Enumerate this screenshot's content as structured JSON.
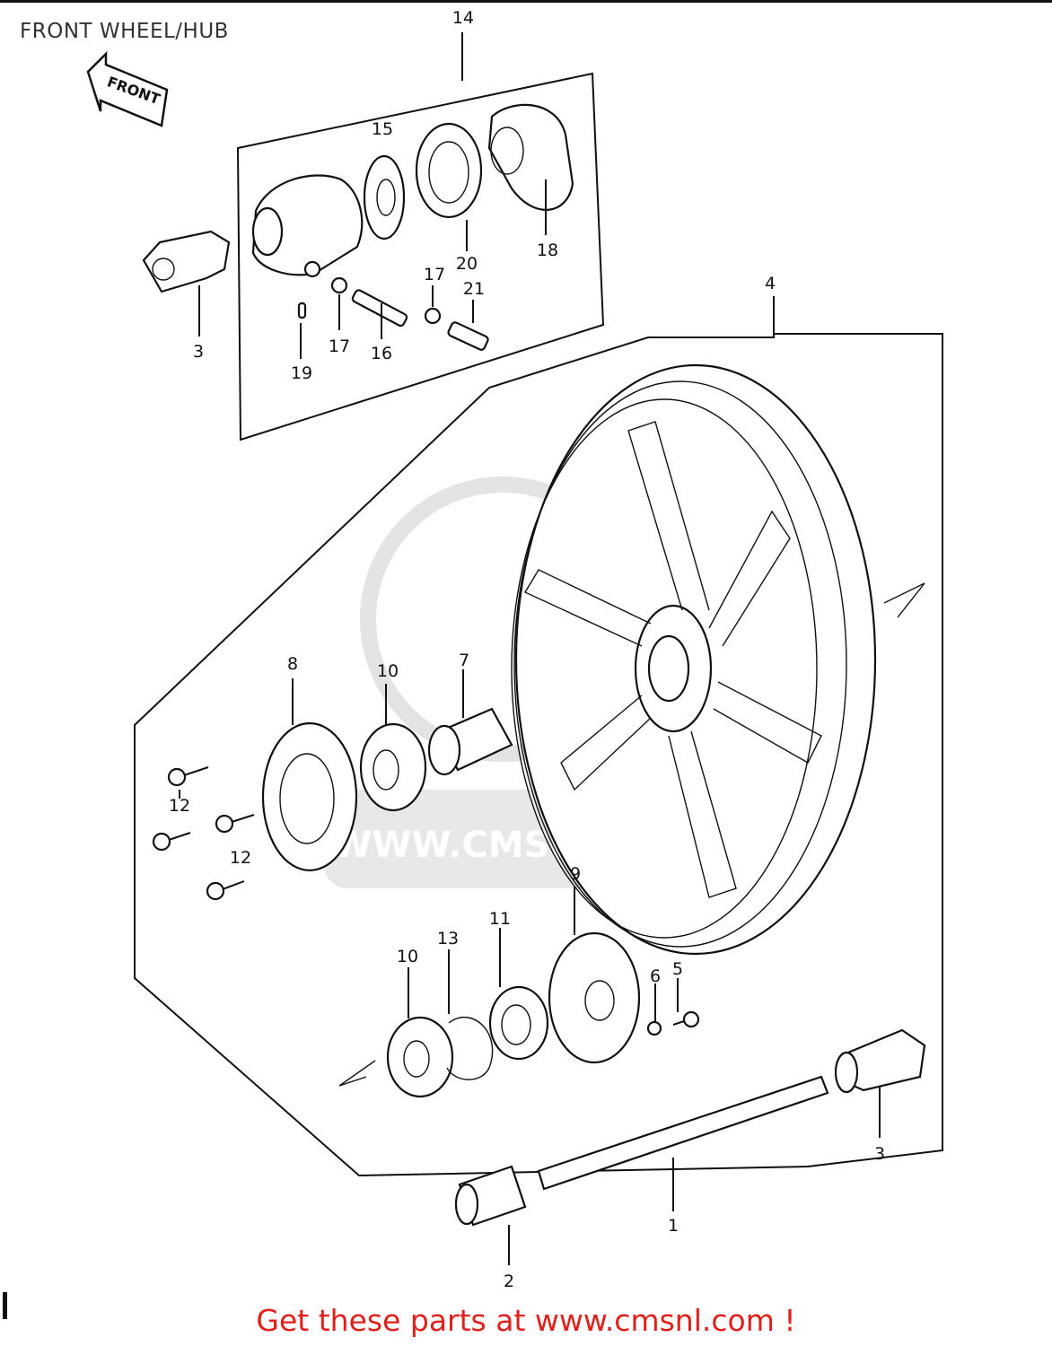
{
  "title": "FRONT WHEEL/HUB",
  "front_arrow": "FRONT",
  "watermark": "WWW.CMSNL.COM",
  "footer": "Get these parts at www.cmsnl.com !",
  "labels": {
    "l1": "1",
    "l2": "2",
    "l3a": "3",
    "l3b": "3",
    "l4": "4",
    "l5": "5",
    "l6": "6",
    "l7": "7",
    "l8": "8",
    "l9": "9",
    "l10a": "10",
    "l10b": "10",
    "l11": "11",
    "l12a": "12",
    "l12b": "12",
    "l13": "13",
    "l14": "14",
    "l15": "15",
    "l16": "16",
    "l17a": "17",
    "l17b": "17",
    "l18": "18",
    "l19": "19",
    "l20": "20",
    "l21": "21"
  }
}
